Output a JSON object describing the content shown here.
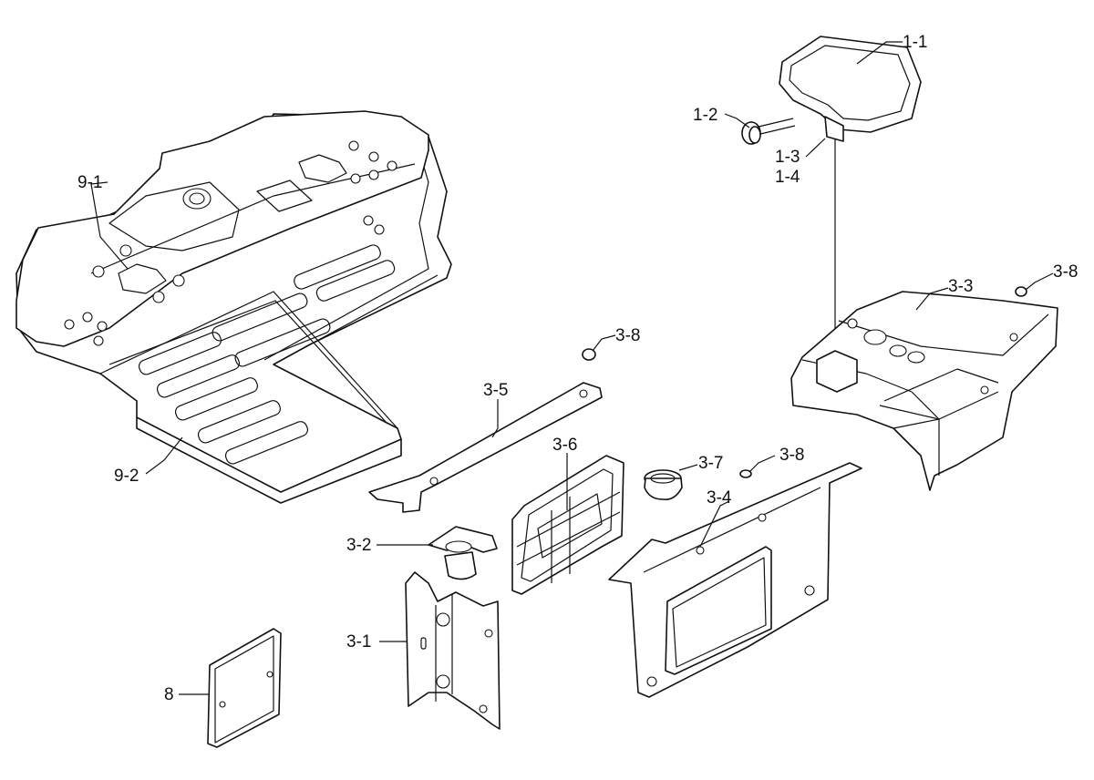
{
  "diagram": {
    "callouts": {
      "c_1_1": "1-1",
      "c_1_2": "1-2",
      "c_1_3": "1-3",
      "c_1_4": "1-4",
      "c_9_1": "9-1",
      "c_9_2": "9-2",
      "c_3_1": "3-1",
      "c_3_2": "3-2",
      "c_3_3": "3-3",
      "c_3_4": "3-4",
      "c_3_5": "3-5",
      "c_3_6": "3-6",
      "c_3_7": "3-7",
      "c_3_8_a": "3-8",
      "c_3_8_b": "3-8",
      "c_3_8_c": "3-8",
      "c_8": "8"
    },
    "colors": {
      "line": "#111111",
      "background": "#ffffff"
    }
  }
}
